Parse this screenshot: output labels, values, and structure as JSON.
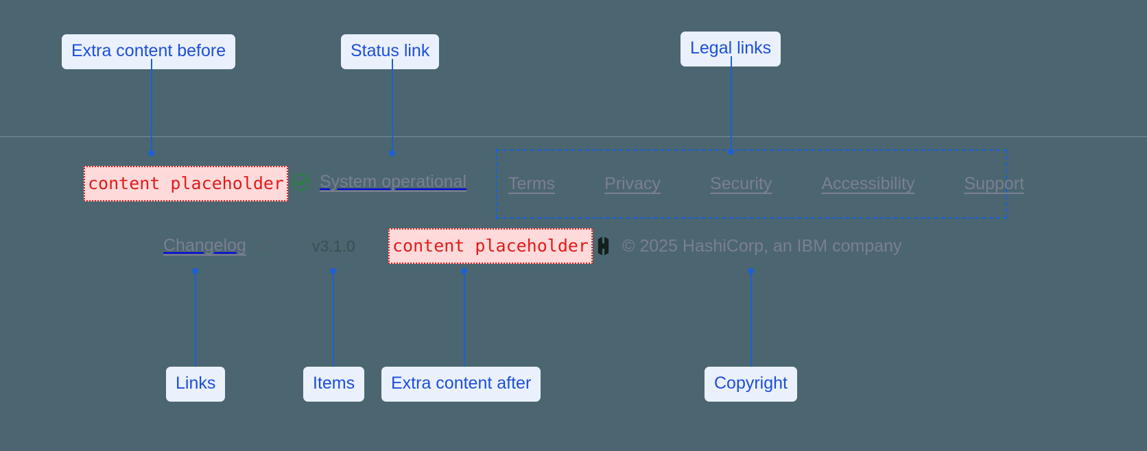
{
  "footer": {
    "placeholder_before": "content placeholder",
    "placeholder_after": "content placeholder",
    "status": {
      "icon": "check-circle-icon",
      "label": "System operational"
    },
    "legal_links": [
      {
        "label": "Terms"
      },
      {
        "label": "Privacy"
      },
      {
        "label": "Security"
      },
      {
        "label": "Accessibility"
      },
      {
        "label": "Support"
      }
    ],
    "changelog": {
      "label": "Changelog",
      "icon": "external-link-icon"
    },
    "version": "v3.1.0",
    "copyright": {
      "logo": "hashicorp-logo",
      "text": "© 2025 HashiCorp, an IBM company"
    }
  },
  "annotations": {
    "extra_content_before": "Extra content before",
    "status_link": "Status link",
    "legal_links": "Legal links",
    "links": "Links",
    "items": "Items",
    "extra_content_after": "Extra content after",
    "copyright": "Copyright"
  },
  "colors": {
    "background": "#4b6670",
    "annotation_accent": "#1d5fd4",
    "annotation_label_bg": "#eaf1fd",
    "annotation_label_text": "#1d4ed8",
    "placeholder_border": "#e01b1b",
    "placeholder_bg": "#ffdada",
    "link_text": "#7b7f92",
    "status_icon": "#1a8a2e",
    "version_text": "#3c4c52",
    "divider": "#7d8c9b"
  }
}
